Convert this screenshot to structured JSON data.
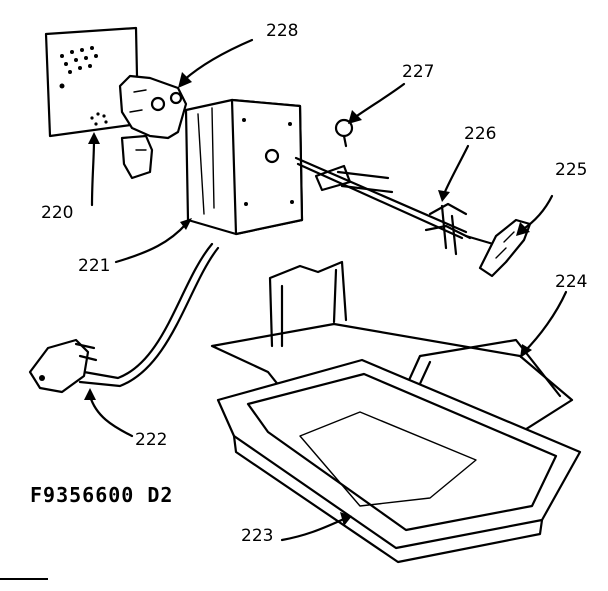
{
  "diagram": {
    "part_labels": {
      "p220": "220",
      "p221": "221",
      "p222": "222",
      "p223": "223",
      "p224": "224",
      "p225": "225",
      "p226": "226",
      "p227": "227",
      "p228": "228"
    },
    "figure_code": "F9356600 D2"
  }
}
